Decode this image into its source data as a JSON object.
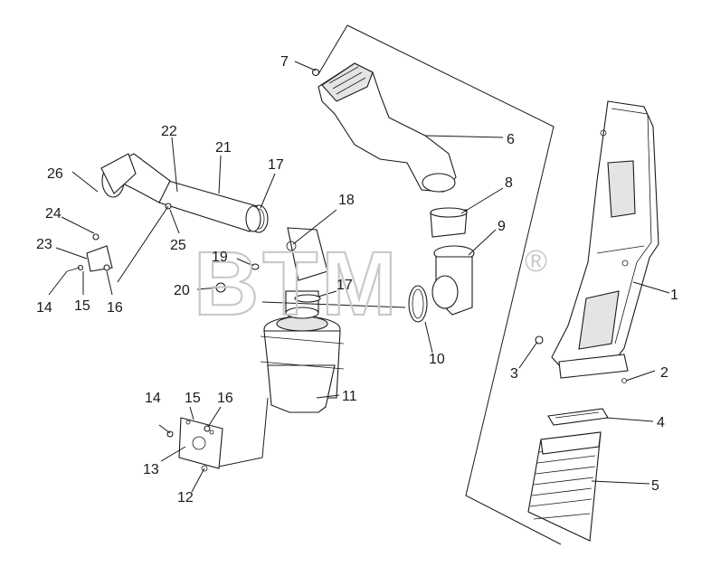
{
  "watermark": {
    "text": "BTM",
    "registered_mark": "®"
  },
  "callouts": [
    {
      "id": "c1",
      "label": "1"
    },
    {
      "id": "c2",
      "label": "2"
    },
    {
      "id": "c3",
      "label": "3"
    },
    {
      "id": "c4",
      "label": "4"
    },
    {
      "id": "c5",
      "label": "5"
    },
    {
      "id": "c6",
      "label": "6"
    },
    {
      "id": "c7",
      "label": "7"
    },
    {
      "id": "c8",
      "label": "8"
    },
    {
      "id": "c9",
      "label": "9"
    },
    {
      "id": "c10",
      "label": "10"
    },
    {
      "id": "c11",
      "label": "11"
    },
    {
      "id": "c12",
      "label": "12"
    },
    {
      "id": "c13",
      "label": "13"
    },
    {
      "id": "c14a",
      "label": "14"
    },
    {
      "id": "c14b",
      "label": "14"
    },
    {
      "id": "c15a",
      "label": "15"
    },
    {
      "id": "c15b",
      "label": "15"
    },
    {
      "id": "c16a",
      "label": "16"
    },
    {
      "id": "c16b",
      "label": "16"
    },
    {
      "id": "c17a",
      "label": "17"
    },
    {
      "id": "c17b",
      "label": "17"
    },
    {
      "id": "c18",
      "label": "18"
    },
    {
      "id": "c19",
      "label": "19"
    },
    {
      "id": "c20",
      "label": "20"
    },
    {
      "id": "c21",
      "label": "21"
    },
    {
      "id": "c22",
      "label": "22"
    },
    {
      "id": "c23",
      "label": "23"
    },
    {
      "id": "c24",
      "label": "24"
    },
    {
      "id": "c25",
      "label": "25"
    },
    {
      "id": "c26",
      "label": "26"
    }
  ]
}
